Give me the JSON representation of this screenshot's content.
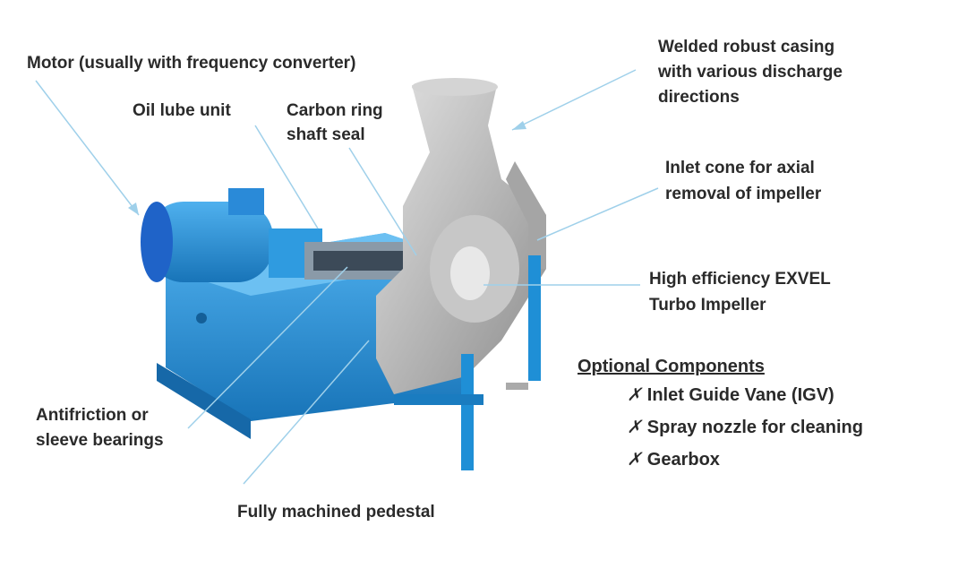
{
  "labels": {
    "motor": "Motor (usually with frequency converter)",
    "oil_lube": "Oil lube unit",
    "carbon_ring_1": "Carbon ring",
    "carbon_ring_2": "shaft seal",
    "casing_1": "Welded robust casing",
    "casing_2": "with various discharge",
    "casing_3": "directions",
    "inlet_cone_1": "Inlet cone for axial",
    "inlet_cone_2": "removal of impeller",
    "impeller_1": "High efficiency EXVEL",
    "impeller_2": "Turbo Impeller",
    "bearings_1": "Antifriction or",
    "bearings_2": "sleeve bearings",
    "pedestal": "Fully machined pedestal"
  },
  "optional": {
    "title": "Optional Components",
    "marker": "✗",
    "items": [
      "Inlet Guide Vane (IGV)",
      "Spray nozzle for cleaning",
      "Gearbox"
    ]
  },
  "colors": {
    "leader": "#9fd0ea",
    "machine_blue": "#1f8fd6",
    "casing_gray": "#b9b9b9"
  }
}
